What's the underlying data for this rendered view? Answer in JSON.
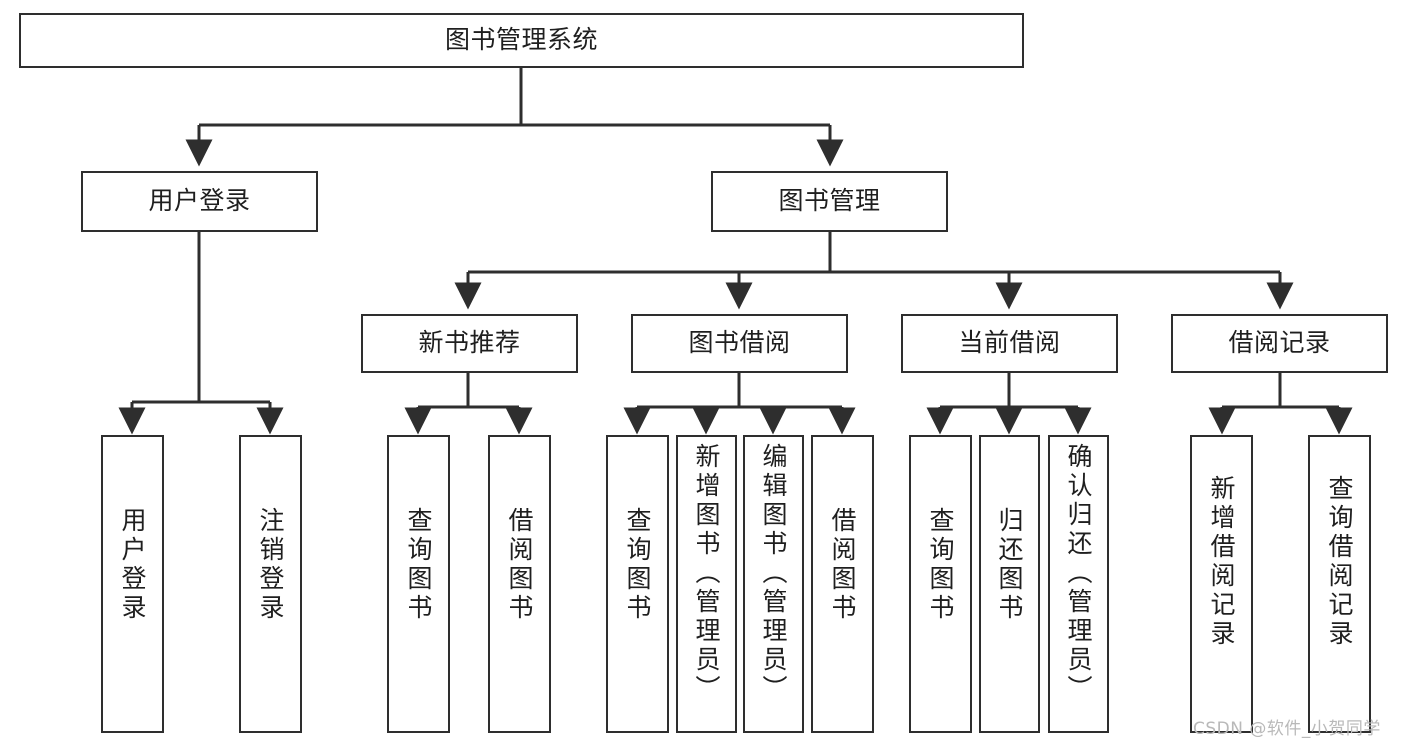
{
  "diagram": {
    "title_box": {
      "label": "图书管理系统"
    },
    "level2": [
      {
        "id": "user-login",
        "label": "用户登录"
      },
      {
        "id": "book-management",
        "label": "图书管理"
      }
    ],
    "level3": [
      {
        "id": "new-book-recommend",
        "label": "新书推荐"
      },
      {
        "id": "book-borrow",
        "label": "图书借阅"
      },
      {
        "id": "current-borrow",
        "label": "当前借阅"
      },
      {
        "id": "borrow-record",
        "label": "借阅记录"
      }
    ],
    "leaves": [
      {
        "id": "leaf-user-login",
        "label": "用户登录",
        "parent": "user-login"
      },
      {
        "id": "leaf-logout-login",
        "label": "注销登录",
        "parent": "user-login"
      },
      {
        "id": "leaf-query-book-1",
        "label": "查询图书",
        "parent": "new-book-recommend"
      },
      {
        "id": "leaf-borrow-book-1",
        "label": "借阅图书",
        "parent": "new-book-recommend"
      },
      {
        "id": "leaf-query-book-2",
        "label": "查询图书",
        "parent": "book-borrow"
      },
      {
        "id": "leaf-add-book",
        "label": "新增图书（管理员）",
        "parent": "book-borrow"
      },
      {
        "id": "leaf-edit-book",
        "label": "编辑图书（管理员）",
        "parent": "book-borrow"
      },
      {
        "id": "leaf-borrow-book-2",
        "label": "借阅图书",
        "parent": "book-borrow"
      },
      {
        "id": "leaf-query-book-3",
        "label": "查询图书",
        "parent": "current-borrow"
      },
      {
        "id": "leaf-return-book",
        "label": "归还图书",
        "parent": "current-borrow"
      },
      {
        "id": "leaf-confirm-return",
        "label": "确认归还（管理员）",
        "parent": "current-borrow"
      },
      {
        "id": "leaf-add-record",
        "label": "新增借阅记录",
        "parent": "borrow-record"
      },
      {
        "id": "leaf-query-record",
        "label": "查询借阅记录",
        "parent": "borrow-record"
      }
    ],
    "watermark": "CSDN @软件_小贺同学",
    "colors": {
      "stroke": "#2e2e2e",
      "text": "#1f1f1f",
      "background": "#ffffff",
      "watermark": "#b9b9b9"
    }
  }
}
